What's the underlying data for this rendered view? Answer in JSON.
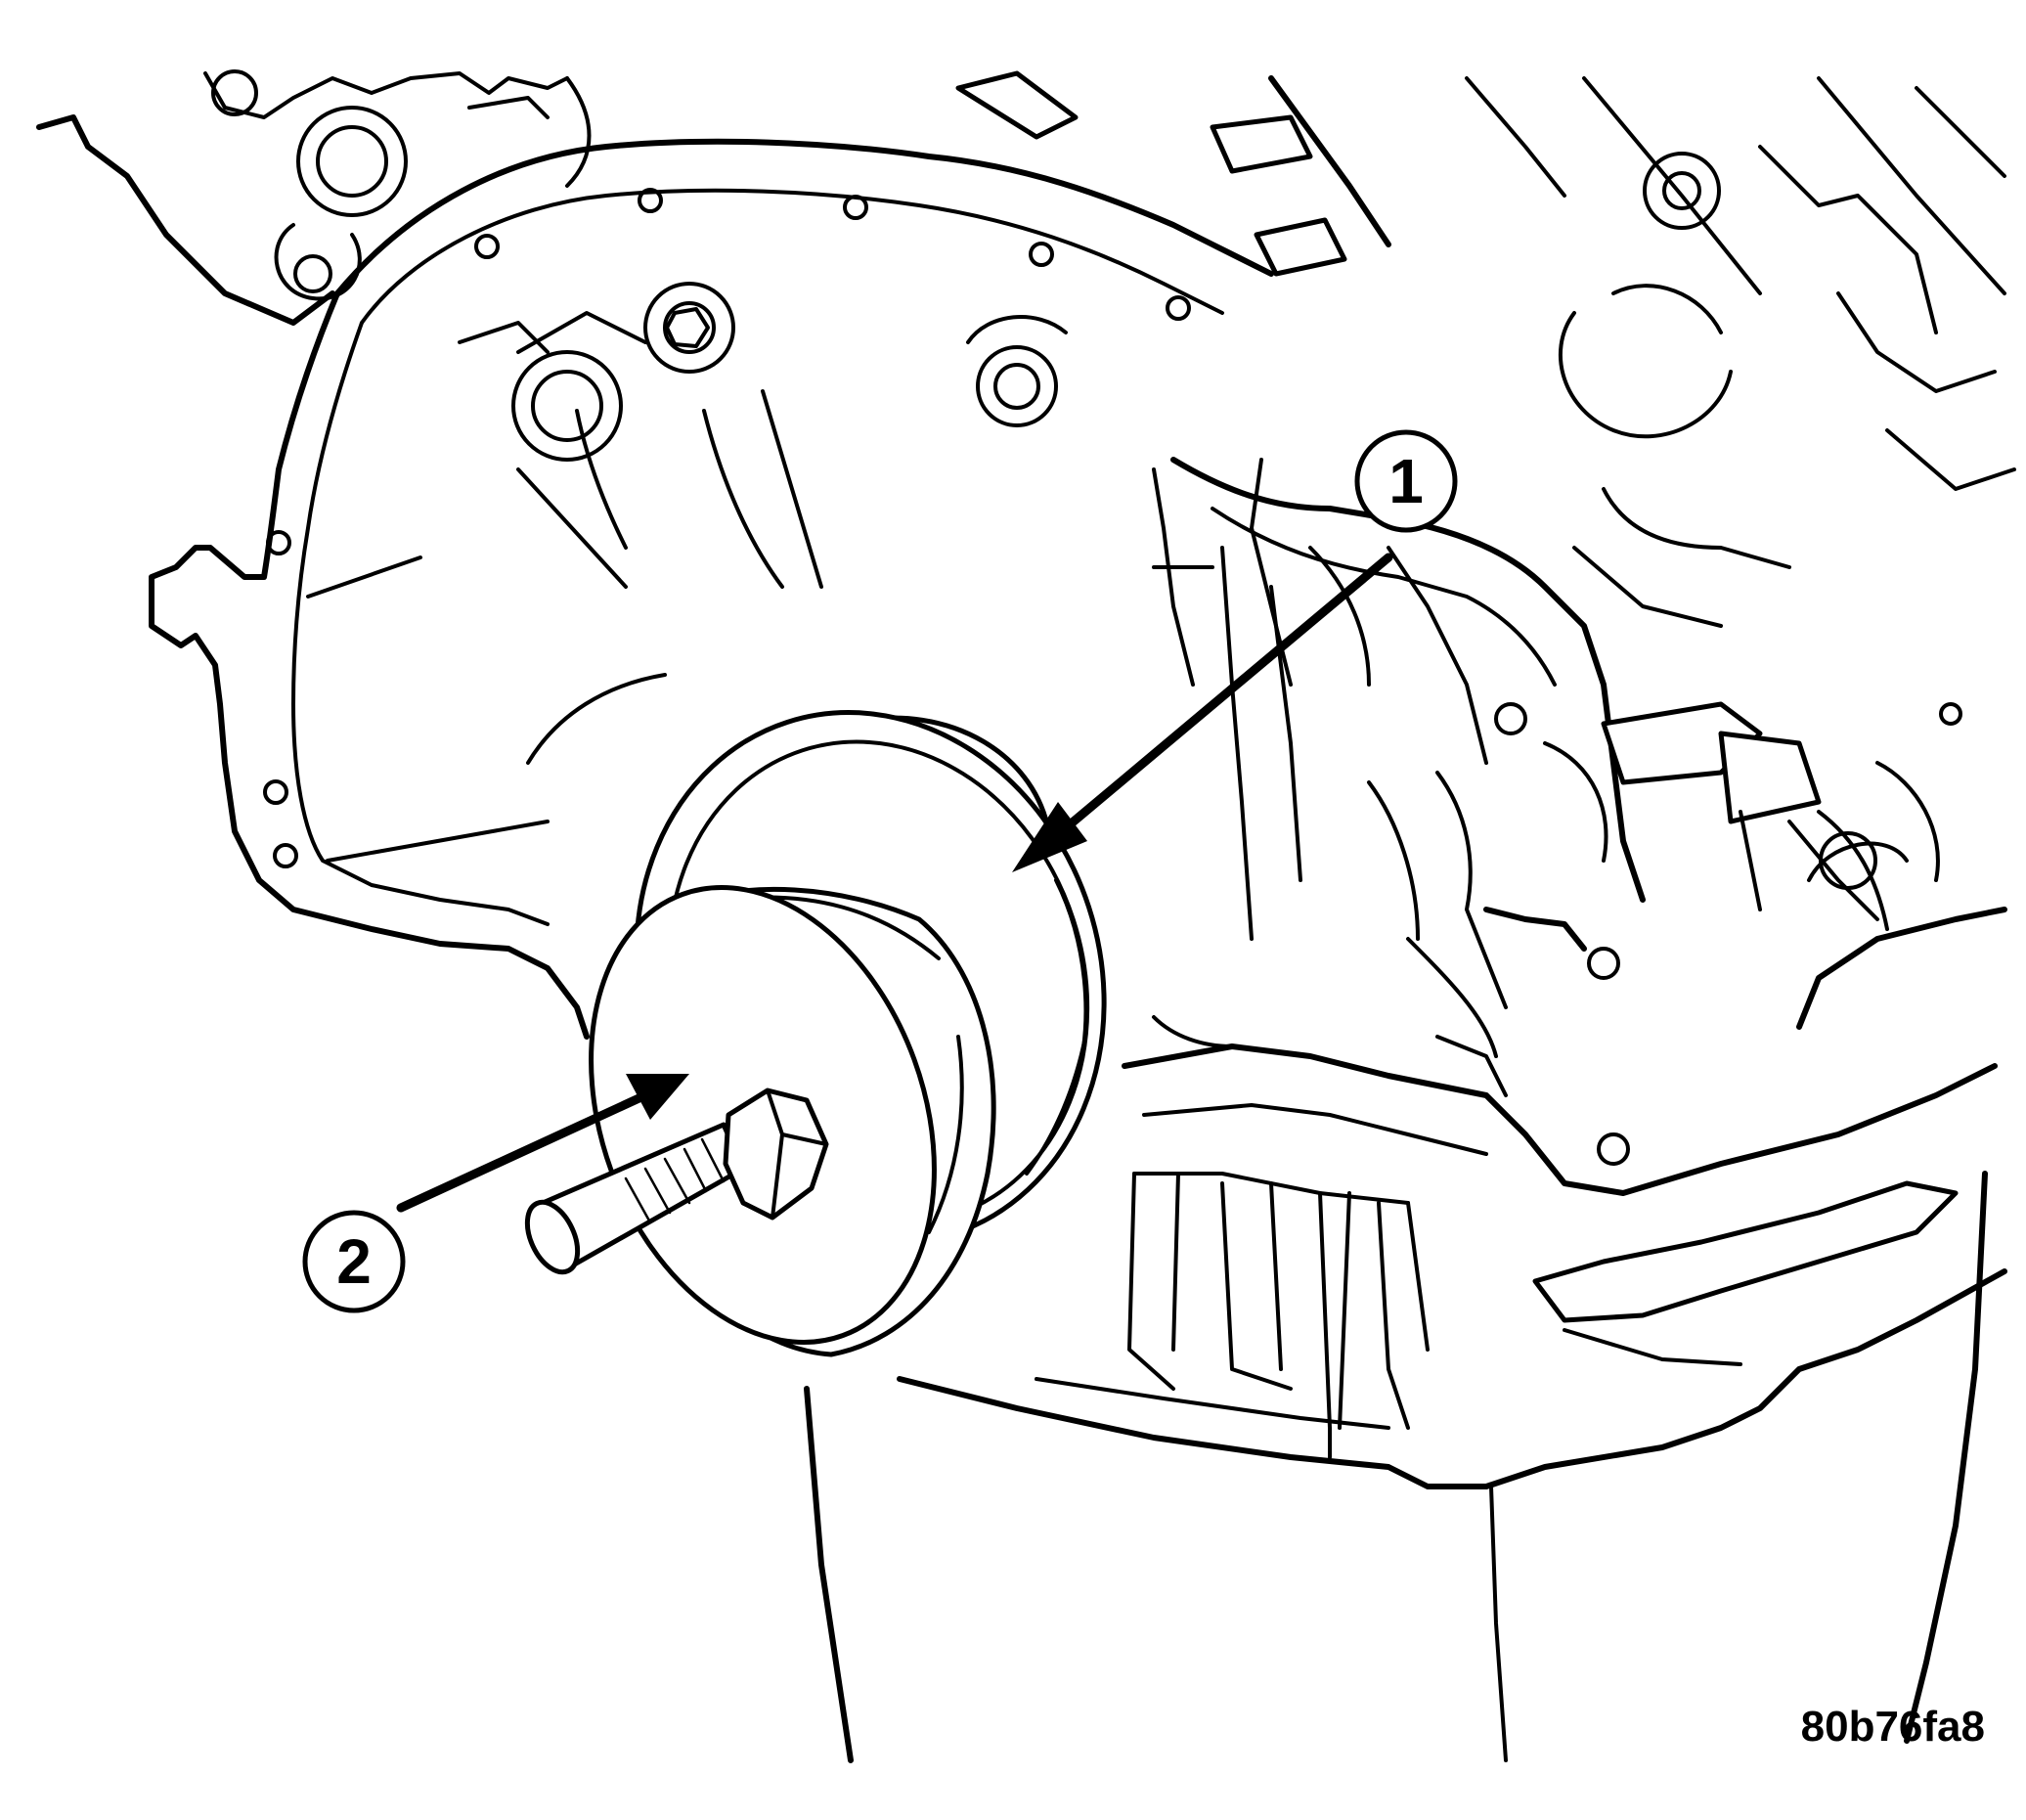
{
  "callouts": [
    {
      "id": "1",
      "label": "1"
    },
    {
      "id": "2",
      "label": "2"
    }
  ],
  "figure_id": "80b76fa8",
  "colors": {
    "line": "#000000",
    "background": "#ffffff"
  }
}
